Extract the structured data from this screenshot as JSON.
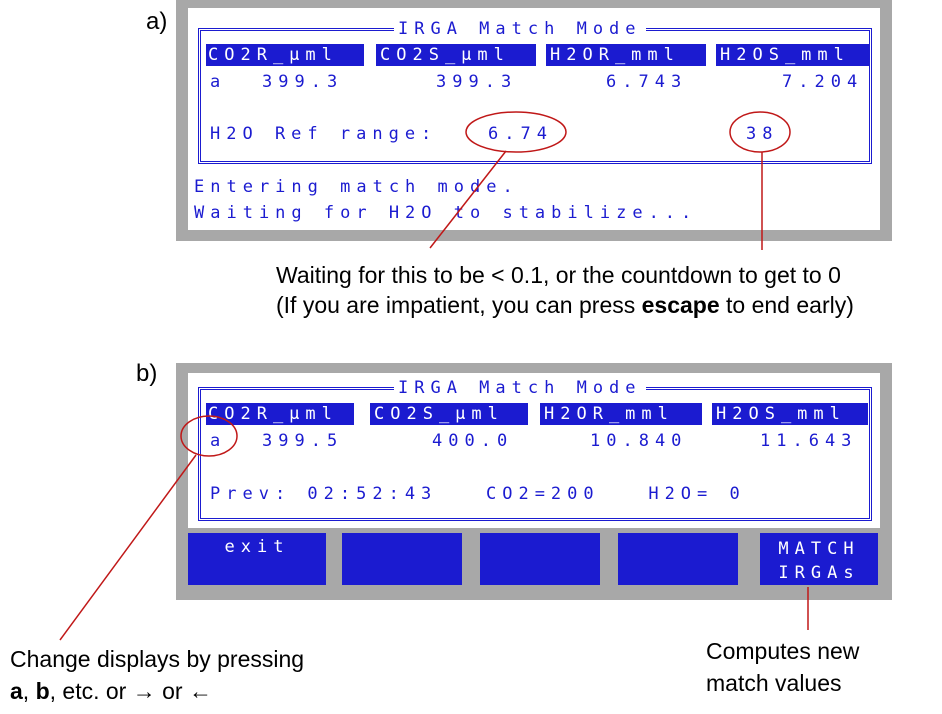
{
  "panel_a": {
    "label": "a)",
    "title": "IRGA Match Mode",
    "headers": [
      "CO2R_µml",
      "CO2S_µml",
      "H2OR_mml",
      "H2OS_mml"
    ],
    "row_key": "a",
    "values": [
      "399.3",
      "399.3",
      "6.743",
      "7.204"
    ],
    "range_label": "H2O Ref range:",
    "range_value": "6.74",
    "countdown": "38",
    "message1": "Entering match mode.",
    "message2": "Waiting for H2O to stabilize..."
  },
  "note_a": {
    "line1": "Waiting for this to be < 0.1, or the countdown to get to 0",
    "line2_prefix": "(If you are impatient, you can press ",
    "line2_bold": "escape",
    "line2_suffix": " to end early)"
  },
  "panel_b": {
    "label": "b)",
    "title": "IRGA Match Mode",
    "headers": [
      "CO2R_µml",
      "CO2S_µml",
      "H2OR_mml",
      "H2OS_mml"
    ],
    "row_key": "a",
    "values": [
      "399.5",
      "400.0",
      "10.840",
      "11.643"
    ],
    "prev_line": "Prev: 02:52:43   CO2=200   H2O= 0",
    "keys": [
      "exit",
      "",
      "",
      "",
      "MATCH\nIRGAs"
    ]
  },
  "note_b_left": {
    "line1": "Change displays by pressing",
    "bold1": "a",
    "sep": ", ",
    "bold2": "b",
    "line2_rest": ", etc. or → or ←"
  },
  "note_b_right": {
    "line1": "Computes new",
    "line2": "match values"
  },
  "colors": {
    "lcd_blue": "#1b1bd0",
    "frame_gray": "#a8a8a8",
    "annotation_red": "#c01818"
  }
}
